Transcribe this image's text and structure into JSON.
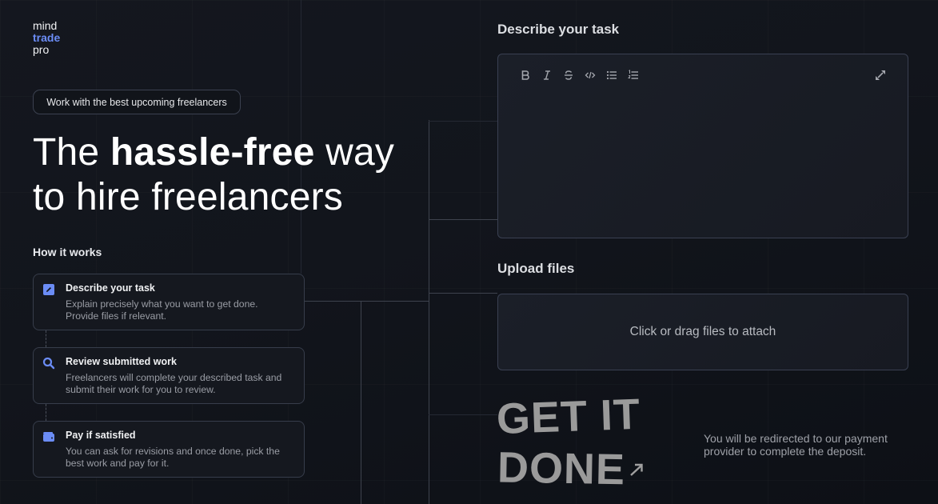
{
  "brand": {
    "line1": "mind",
    "line2": "trade",
    "line3": "pro",
    "accent": "#6b8cf5"
  },
  "hero": {
    "pill": "Work with the best upcoming freelancers",
    "title_pre": "The ",
    "title_bold": "hassle-free",
    "title_post": " way",
    "title_line2": "to hire freelancers"
  },
  "how_it_works": {
    "heading": "How it works",
    "steps": [
      {
        "icon": "pencil-square-icon",
        "title": "Describe your task",
        "desc": "Explain precisely what you want to get done. Provide files if relevant."
      },
      {
        "icon": "search-icon",
        "title": "Review submitted work",
        "desc": "Freelancers will complete your described task and submit their work for you to review."
      },
      {
        "icon": "wallet-icon",
        "title": "Pay if satisfied",
        "desc": "You can ask for revisions and once done, pick the best work and pay for it."
      }
    ]
  },
  "task": {
    "heading": "Describe your task",
    "toolbar": [
      "bold",
      "italic",
      "strikethrough",
      "code",
      "bullet-list",
      "numbered-list"
    ],
    "expand": "expand-icon",
    "value": ""
  },
  "upload": {
    "heading": "Upload files",
    "placeholder": "Click or drag files to attach"
  },
  "cta": {
    "line1": "GET IT",
    "line2": "DONE",
    "note": "You will be redirected to our payment provider to complete the deposit."
  },
  "colors": {
    "background": "#12151c",
    "card": "#171a22",
    "border": "#3a4052",
    "accent": "#6b8cf5"
  }
}
